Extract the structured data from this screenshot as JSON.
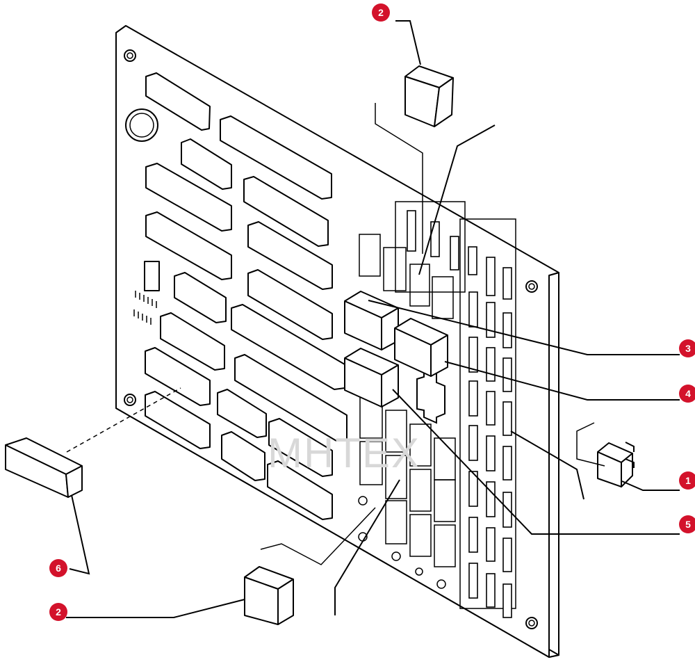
{
  "callouts": [
    {
      "id": "c2-top",
      "label": "2"
    },
    {
      "id": "c3",
      "label": "3"
    },
    {
      "id": "c4",
      "label": "4"
    },
    {
      "id": "c1",
      "label": "1"
    },
    {
      "id": "c5",
      "label": "5"
    },
    {
      "id": "c6",
      "label": "6"
    },
    {
      "id": "c2-bottom",
      "label": "2"
    }
  ],
  "watermark": {
    "text": "MHTEX"
  },
  "colors": {
    "callout": "#d3122b",
    "line": "#000000",
    "watermark": "#f2b8bc"
  }
}
